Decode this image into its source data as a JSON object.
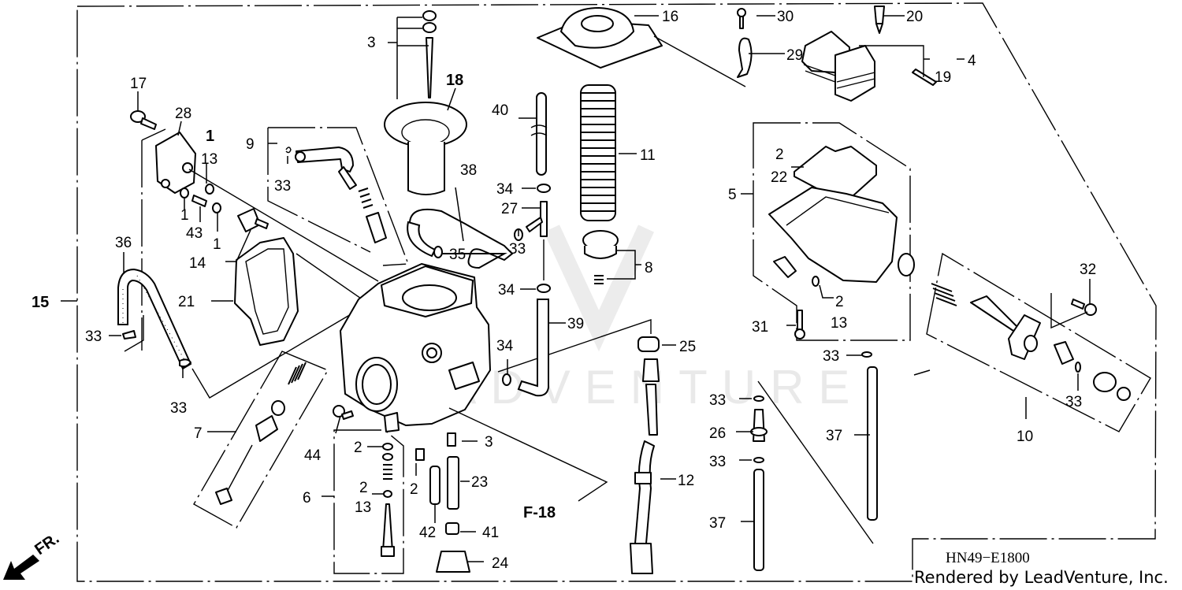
{
  "diagram": {
    "title": "Carburetor parts diagram",
    "diagram_code": "HN49−E1800",
    "credit": "Rendered by LeadVenture, Inc.",
    "watermark": "LEADVENTURE",
    "reference": "F-18",
    "direction_label": "FR.",
    "callouts": {
      "c1a": "1",
      "c1b": "1",
      "c1c": "1",
      "c2a": "2",
      "c2b": "2",
      "c2c": "2",
      "c2d": "2",
      "c2e": "2",
      "c3a": "3",
      "c3b": "3",
      "c4": "4",
      "c5": "5",
      "c6": "6",
      "c7": "7",
      "c8": "8",
      "c9": "9",
      "c10": "10",
      "c11": "11",
      "c12": "12",
      "c13a": "13",
      "c13b": "13",
      "c13c": "13",
      "c14": "14",
      "c15": "15",
      "c16": "16",
      "c17": "17",
      "c18": "18",
      "c19": "19",
      "c20": "20",
      "c21": "21",
      "c22": "22",
      "c23": "23",
      "c24": "24",
      "c25": "25",
      "c26": "26",
      "c27": "27",
      "c28": "28",
      "c29": "29",
      "c30": "30",
      "c31": "31",
      "c32": "32",
      "c33a": "33",
      "c33b": "33",
      "c33c": "33",
      "c33d": "33",
      "c33e": "33",
      "c33f": "33",
      "c33g": "33",
      "c33h": "33",
      "c34a": "34",
      "c34b": "34",
      "c34c": "34",
      "c35": "35",
      "c36": "36",
      "c37a": "37",
      "c37b": "37",
      "c38": "38",
      "c39": "39",
      "c40": "40",
      "c41": "41",
      "c42": "42",
      "c43": "43",
      "c44": "44"
    }
  }
}
